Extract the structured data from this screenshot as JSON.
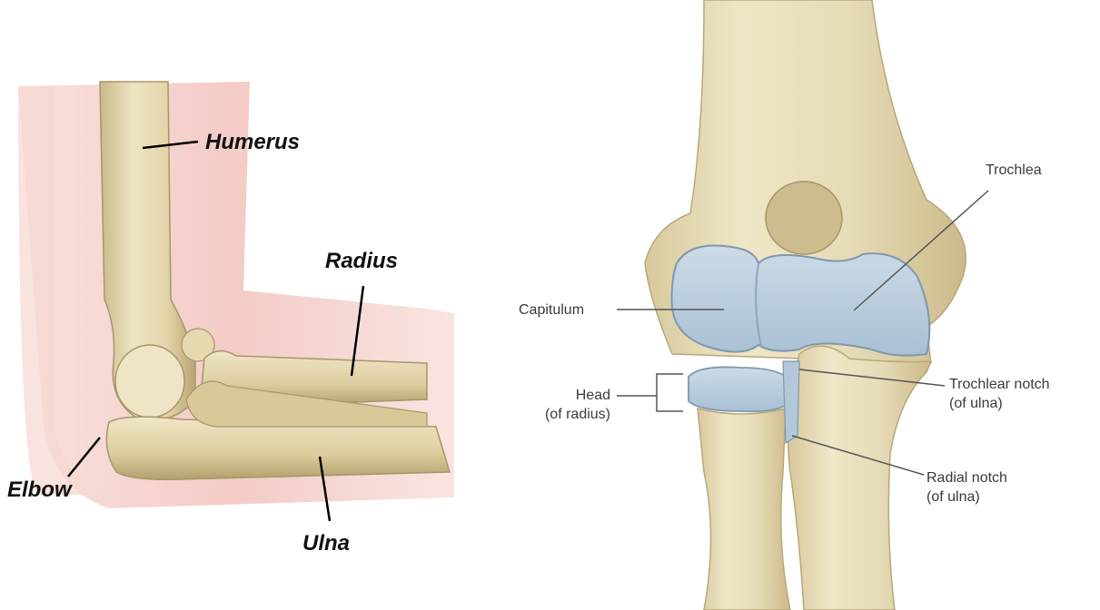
{
  "left_panel": {
    "labels": {
      "humerus": "Humerus",
      "radius": "Radius",
      "elbow": "Elbow",
      "ulna": "Ulna"
    }
  },
  "right_panel": {
    "labels": {
      "trochlea": "Trochlea",
      "capitulum": "Capitulum",
      "head_line1": "Head",
      "head_line2": "(of radius)",
      "trochlear_notch_line1": "Trochlear notch",
      "trochlear_notch_line2": "(of ulna)",
      "radial_notch_line1": "Radial notch",
      "radial_notch_line2": "(of ulna)"
    }
  },
  "colors": {
    "bone": "#e8dcb5",
    "bone_shadow": "#c9b98a",
    "cartilage": "#b9cfe0",
    "skin": "#f2c2bc",
    "leader_line": "#000000",
    "leader_line_right": "#555555"
  }
}
